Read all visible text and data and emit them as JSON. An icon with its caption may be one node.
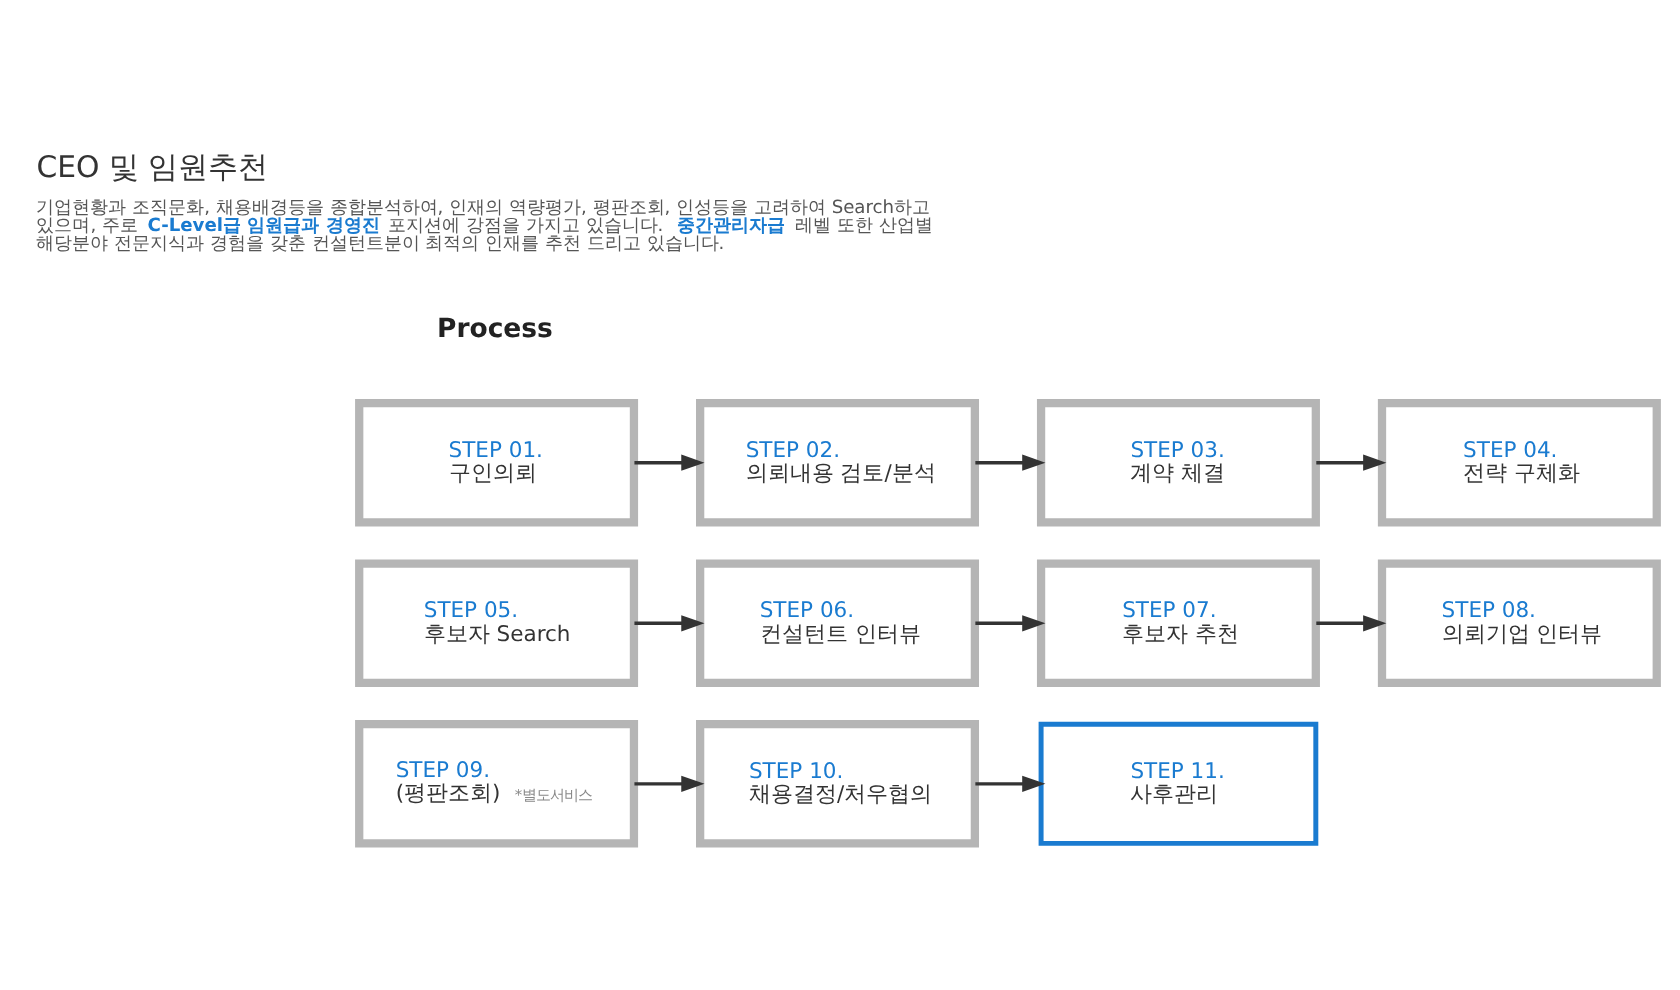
{
  "diagram": {
    "title": "CEO 및 임원추천",
    "nodes": [
      {
        "text": [
          "STEP 01.",
          "구인의뢰"
        ]
      },
      {
        "text": [
          "STEP 02.",
          "의뢰내용 검토/분석"
        ]
      },
      {
        "text": [
          "STEP 03.",
          "계약 체결"
        ]
      },
      {
        "text": [
          "STEP 04.",
          "전략 구체화"
        ]
      },
      {
        "text": [
          "STEP 05.",
          "후보자 Search"
        ]
      },
      {
        "text": [
          "STEP 06.",
          "컨설턴트 인터뷰"
        ]
      },
      {
        "text": [
          "STEP 07.",
          "후보자 추천"
        ]
      },
      {
        "text": [
          "STEP 08.",
          "의뢰기업 인터뷰"
        ]
      },
      {
        "text": [
          "STEP 09.",
          "(평판조회)",
          "*별도서비스"
        ]
      },
      {
        "text": [
          "STEP 10.",
          "채용결정/처우협의"
        ]
      },
      {
        "text": [
          "STEP 11.",
          "사후관리"
        ]
      }
    ],
    "edges": [
      {
        "from": 0,
        "to": 1,
        "arrow": "to"
      },
      {
        "from": 1,
        "to": 2,
        "arrow": "to"
      },
      {
        "from": 2,
        "to": 3,
        "arrow": "to"
      },
      {
        "from": 4,
        "to": 5,
        "arrow": "to"
      },
      {
        "from": 5,
        "to": 6,
        "arrow": "to"
      },
      {
        "from": 6,
        "to": 7,
        "arrow": "to"
      },
      {
        "from": 8,
        "to": 9,
        "arrow": "to"
      },
      {
        "from": 9,
        "to": 10,
        "arrow": "to"
      }
    ],
    "labels": [
      "기업현황과 조직문화, 채용배경등을 종합분석하여, 인재의 역량평가, 평판조회, 인성등을 고려하여 Search하고 있으며, 주로 **C-Level급 임원급과 경영진** 포지션에 강점을 가지고 있습니다. **중간관리자급** 레벨 또한 산업별 해당분야 전문지식과 경험을 갖춘 컨설턴트분이 최적의 인재를 추천 드리고 있습니다.",
      "Process"
    ]
  }
}
